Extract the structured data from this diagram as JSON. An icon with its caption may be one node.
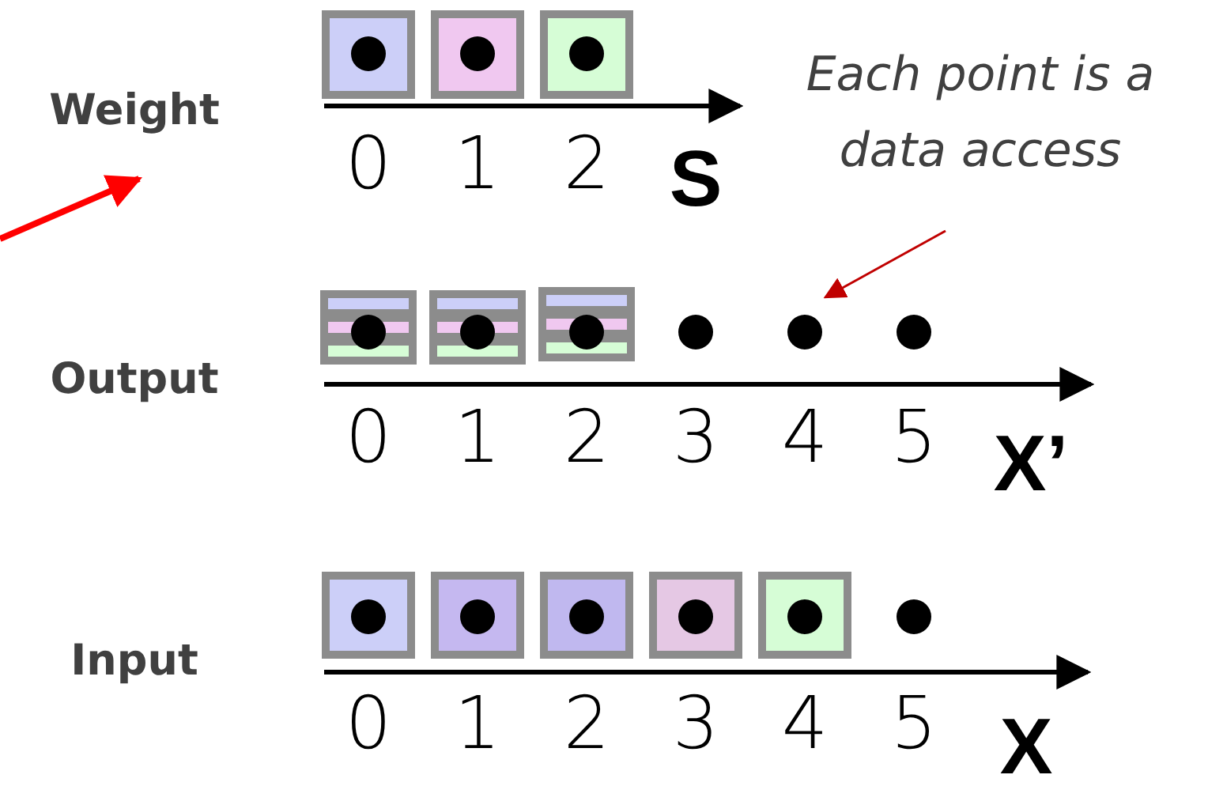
{
  "diagram": {
    "nodes": [
      {
        "text": [
          "Weight"
        ]
      },
      {
        "text": [],
        "shape": "circle"
      },
      {
        "text": [],
        "shape": "circle"
      },
      {
        "text": [],
        "shape": "circle"
      },
      {
        "text": [
          "Each point is a data access"
        ]
      },
      {
        "text": [],
        "shape": "circle"
      },
      {
        "text": [],
        "shape": "circle"
      },
      {
        "text": [],
        "shape": "circle"
      },
      {
        "text": [],
        "shape": "circle"
      },
      {
        "text": [],
        "shape": "circle"
      },
      {
        "text": [],
        "shape": "circle"
      },
      {
        "text": [],
        "shape": "circle"
      },
      {
        "text": [],
        "shape": "circle"
      },
      {
        "text": [],
        "shape": "circle"
      },
      {
        "text": [],
        "shape": "circle"
      },
      {
        "text": [],
        "shape": "circle"
      },
      {
        "text": [],
        "shape": "circle"
      }
    ],
    "edges": [
      {
        "from": null,
        "to": 0,
        "arrow": "to",
        "style": "thick",
        "color": "#ff0000"
      },
      {
        "from": 4,
        "to": 9,
        "arrow": "to",
        "color": "#c00000"
      }
    ],
    "labels": [
      "0",
      "1",
      "2",
      "S",
      "Output",
      "0",
      "1",
      "2",
      "3",
      "4",
      "5",
      "X’",
      "Input",
      "0",
      "1",
      "2",
      "3",
      "4",
      "5",
      "X"
    ]
  }
}
